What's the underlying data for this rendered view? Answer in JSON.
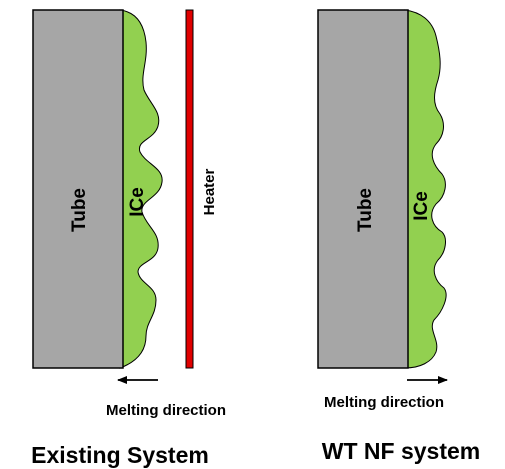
{
  "panels": {
    "existing": {
      "tube_label": "Tube",
      "ice_label": "ICe",
      "heater_label": "Heater",
      "direction_label": "Melting direction",
      "title": "Existing System"
    },
    "wtnf": {
      "tube_label": "Tube",
      "ice_label": "ICe",
      "direction_label": "Melting direction",
      "title": "WT NF system"
    }
  },
  "colors": {
    "tube_fill": "#a6a6a6",
    "ice_fill": "#92d050",
    "heater_fill": "#e00000",
    "outline": "#000000"
  }
}
